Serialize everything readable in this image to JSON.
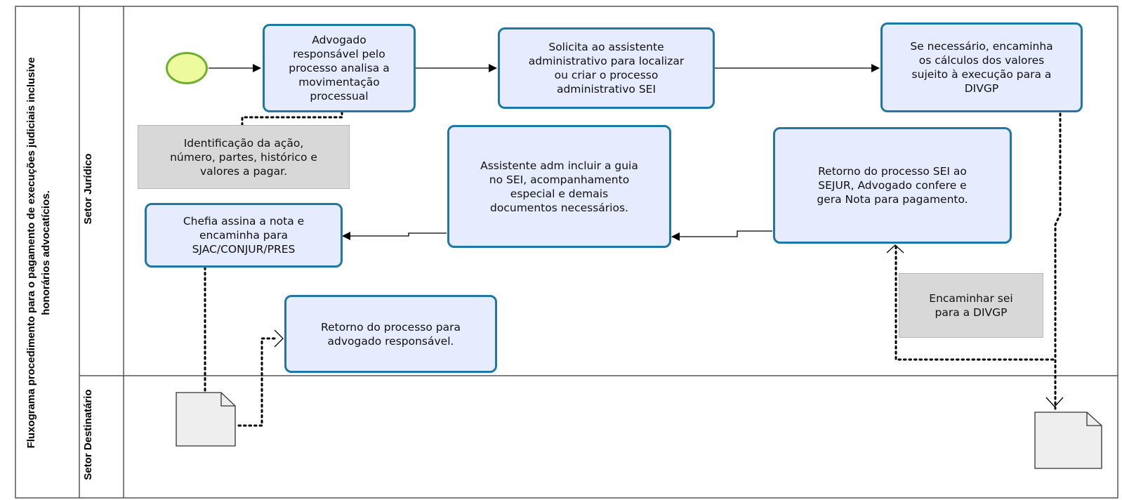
{
  "pool": {
    "title": "Fluxograma procedimento para o pagamento de execuções judiciais inclusive\nhonorários advocatícios."
  },
  "lanes": {
    "juridico": "Setor Jurídico",
    "destinatario": "Setor Destinatário"
  },
  "tasks": {
    "analisa": "Advogado\nresponsável pelo\nprocesso  analisa a\nmovimentação\nprocessual",
    "solicita": "Solicita ao assistente\nadministrativo para localizar\nou criar o processo\nadministrativo SEI",
    "encaminha_calculos": "Se necessário, encaminha\nos cálculos dos valores\nsujeito à execução para a\nDIVGP",
    "retorno_sejur": "Retorno do processo SEI ao\nSEJUR, Advogado confere e\ngera Nota para pagamento.",
    "assistente_guia": "Assistente adm incluir a guia\nno SEI, acompanhamento\nespecial e demais\ndocumentos necessários.",
    "chefia_assina": "Chefia assina a nota e\nencaminha para\nSJAC/CONJUR/PRES",
    "retorno_advogado": "Retorno do processo para\nadvogado responsável."
  },
  "notes": {
    "identificacao": "Identificação da ação,\nnúmero, partes, histórico e\nvalores a pagar.",
    "encaminhar_divgp": "Encaminhar sei\npara  a DIVGP"
  },
  "colors": {
    "task_fill": "#e6ebfd",
    "task_border": "#1f77a8",
    "note_fill": "#d8d8d8",
    "start_fill": "#eefa9e",
    "start_border": "#6db02d"
  }
}
